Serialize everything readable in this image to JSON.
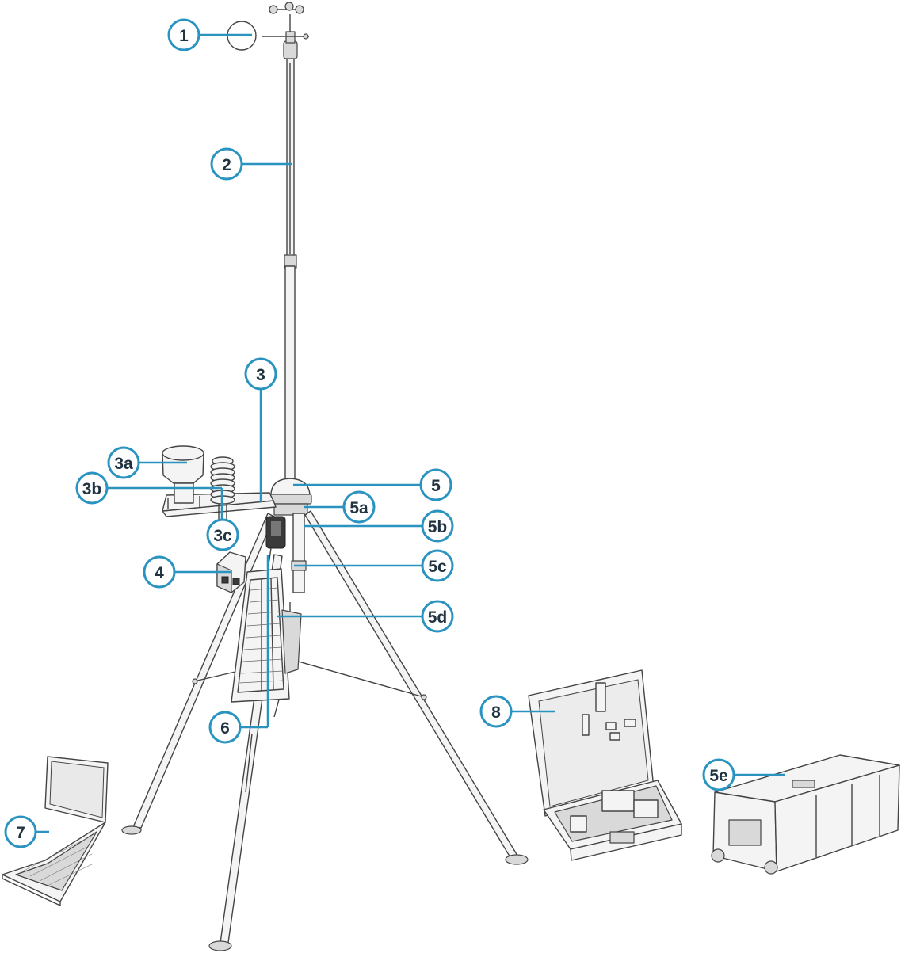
{
  "diagram": {
    "accent_color": "#2a93c0",
    "line_color": "#444444",
    "callouts": [
      {
        "id": "1",
        "label": "1"
      },
      {
        "id": "2",
        "label": "2"
      },
      {
        "id": "3",
        "label": "3"
      },
      {
        "id": "3a",
        "label": "3a"
      },
      {
        "id": "3b",
        "label": "3b"
      },
      {
        "id": "3c",
        "label": "3c"
      },
      {
        "id": "4",
        "label": "4"
      },
      {
        "id": "5",
        "label": "5"
      },
      {
        "id": "5a",
        "label": "5a"
      },
      {
        "id": "5b",
        "label": "5b"
      },
      {
        "id": "5c",
        "label": "5c"
      },
      {
        "id": "5d",
        "label": "5d"
      },
      {
        "id": "5e",
        "label": "5e"
      },
      {
        "id": "6",
        "label": "6"
      },
      {
        "id": "7",
        "label": "7"
      },
      {
        "id": "8",
        "label": "8"
      }
    ]
  }
}
